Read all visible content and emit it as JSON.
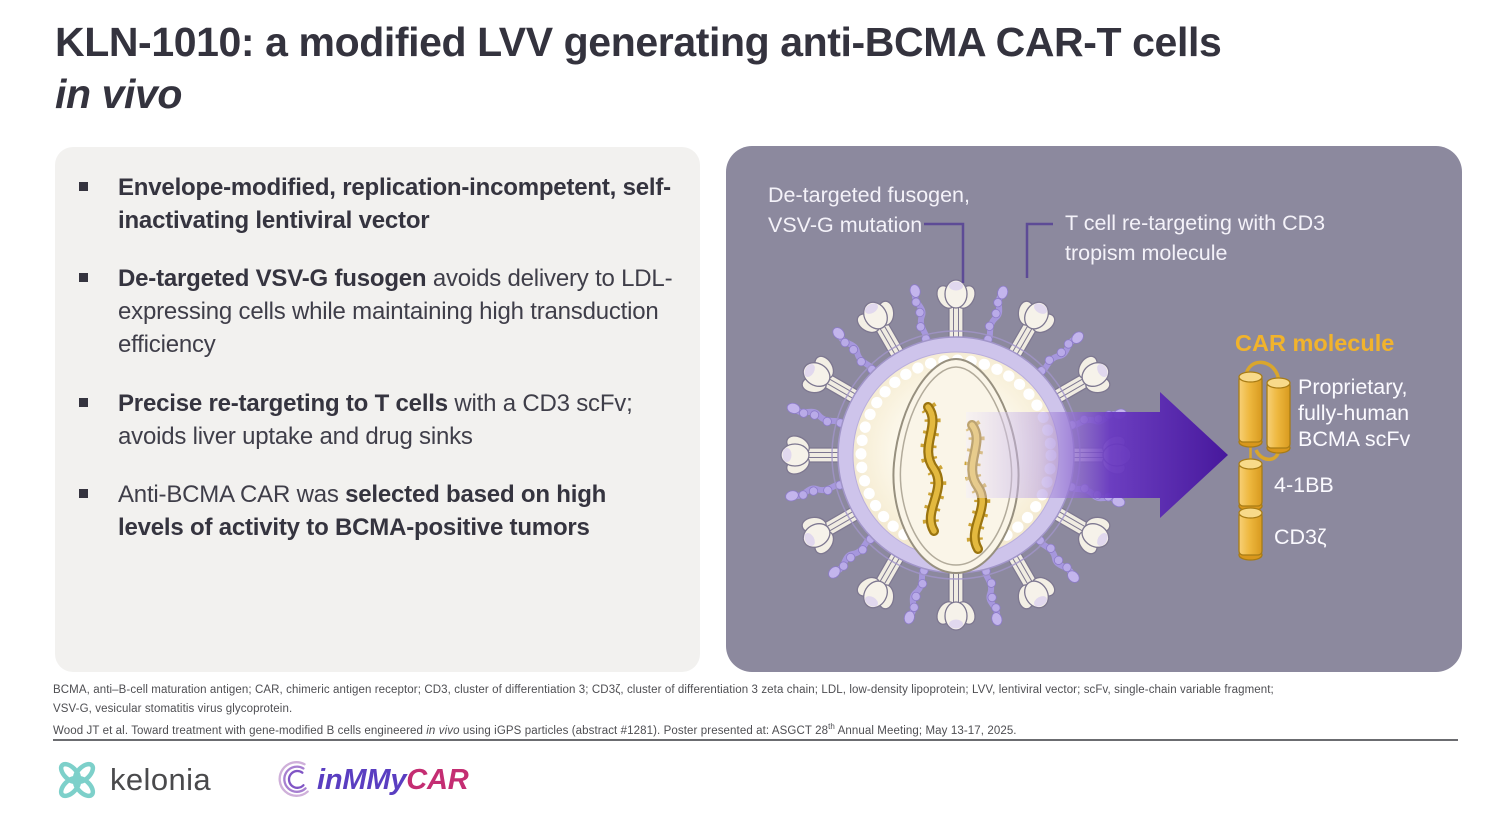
{
  "slide": {
    "title_line1": "KLN-1010: a modified LVV generating anti-BCMA CAR-T cells",
    "title_line2": "in vivo"
  },
  "bullets": [
    {
      "parts": [
        {
          "text": "Envelope-modified, replication-incompetent, self-inactivating lentiviral vector",
          "bold": true
        }
      ]
    },
    {
      "parts": [
        {
          "text": "De-targeted VSV-G fusogen",
          "bold": true
        },
        {
          "text": " avoids delivery to LDL-expressing cells while maintaining high transduction efficiency",
          "bold": false
        }
      ]
    },
    {
      "parts": [
        {
          "text": "Precise re-targeting to T cells",
          "bold": true
        },
        {
          "text": " with a CD3 scFv; avoids liver uptake and drug sinks",
          "bold": false
        }
      ]
    },
    {
      "parts": [
        {
          "text": "Anti-BCMA CAR was ",
          "bold": false
        },
        {
          "text": "selected based on high levels of activity to BCMA-positive tumors",
          "bold": true
        }
      ]
    }
  ],
  "diagram": {
    "fusogen_label_line1": "De-targeted fusogen,",
    "fusogen_label_line2": "VSV-G mutation",
    "tropism_label_line1": "T cell re-targeting with CD3",
    "tropism_label_line2": "tropism molecule",
    "car_title": "CAR molecule",
    "scfv_line1": "Proprietary,",
    "scfv_line2": "fully-human",
    "scfv_line3": "BCMA scFv",
    "costim_label": "4-1BB",
    "cd3z_label": "CD3ζ"
  },
  "footnotes": {
    "abbreviations_line1": "BCMA, anti–B-cell maturation antigen; CAR, chimeric antigen receptor; CD3, cluster of differentiation 3; CD3ζ, cluster of differentiation 3 zeta chain; LDL, low-density lipoprotein; LVV, lentiviral vector; scFv, single-chain variable fragment;",
    "abbreviations_line2": "VSV-G, vesicular stomatitis virus glycoprotein.",
    "citation_pre": "Wood JT et al. Toward treatment with gene-modified B cells engineered ",
    "citation_italic": "in vivo",
    "citation_mid": " using iGPS particles (abstract #1281). Poster presented at: ASGCT 28",
    "citation_sup": "th",
    "citation_post": " Annual Meeting; May 13-17, 2025."
  },
  "logos": {
    "kelonia_text": "kelonia",
    "inmmycar_left": "inMMy",
    "inmmycar_right": "CAR"
  },
  "colors": {
    "title_text": "#34333e",
    "left_panel_bg": "#f2f1ef",
    "right_panel_bg": "#8c899e",
    "arrow_purple": "#47189c",
    "car_gold": "#f1b32c",
    "label_white": "#f4f2f9",
    "kelonia_teal": "#7dd0ca",
    "inmmycar_purple": "#5a3ec1",
    "inmmycar_magenta": "#c42d72"
  }
}
